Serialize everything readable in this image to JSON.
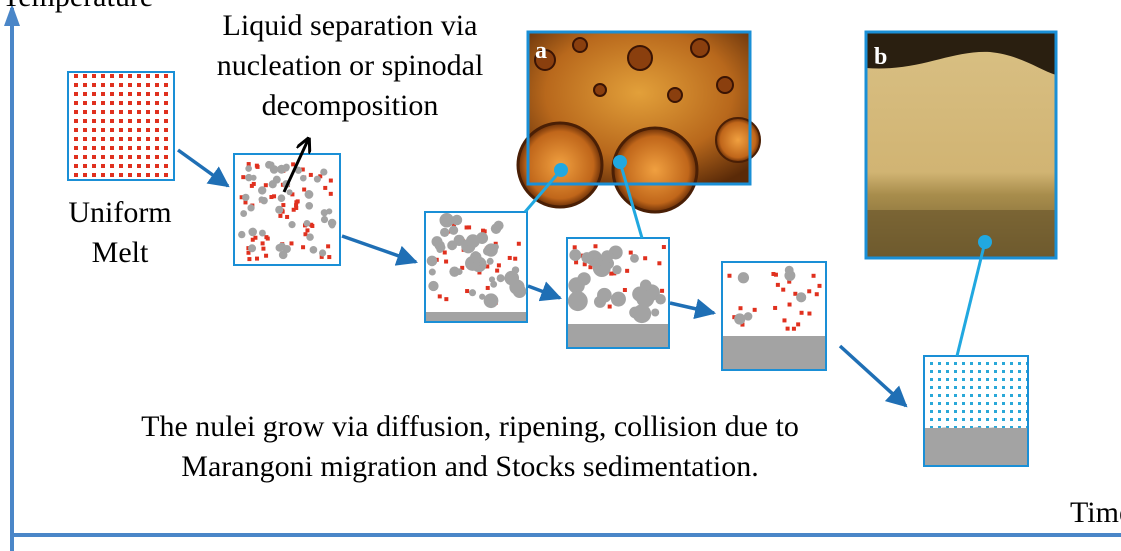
{
  "axes": {
    "y_label": "Temperature",
    "x_label": "Time"
  },
  "texts": {
    "separation_note": [
      "Liquid separation via",
      "nucleation or spinodal",
      "decomposition"
    ],
    "melt_label": [
      "Uniform",
      "Melt"
    ],
    "growth_note": [
      "The nulei grow via diffusion, ripening, collision due to",
      "Marangoni migration and Stocks sedimentation."
    ]
  },
  "micrographs": {
    "a": {
      "tag": "a"
    },
    "b": {
      "tag": "b"
    }
  },
  "colors": {
    "axis": "#4a86c8",
    "arrow": "#1f6fb5",
    "frame": "#1a8fd6",
    "connector": "#21a8e0",
    "red_dot": "#e0301e",
    "gray_phase": "#a3a3a3",
    "cyan_dot": "#2aa8d8"
  }
}
